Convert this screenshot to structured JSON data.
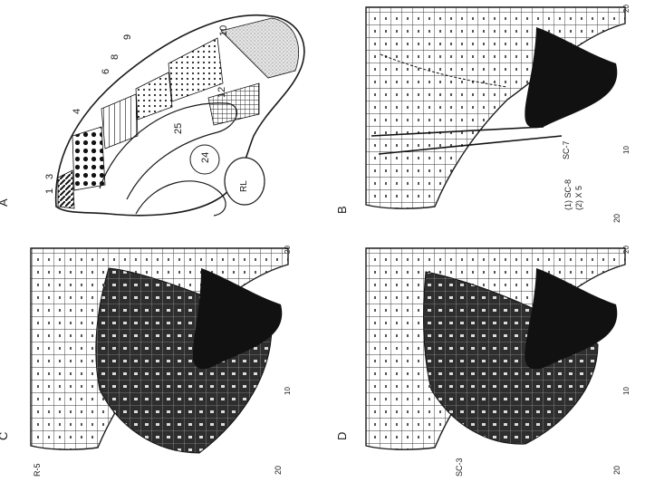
{
  "figure": {
    "panel_labels": {
      "a": "A",
      "b": "B",
      "c": "C",
      "d": "D"
    },
    "panel_a": {
      "area_numbers": [
        "1",
        "3",
        "4",
        "6",
        "8",
        "9",
        "10",
        "24",
        "25",
        "12"
      ],
      "rl": "RL"
    },
    "panel_b": {
      "bottom_tick": "20",
      "notes": [
        "(1) SC-8",
        "(2) X 5"
      ],
      "electrode": "SC-7",
      "axis_20": "20",
      "axis_10": "10"
    },
    "panel_c": {
      "bottom_tick": "20",
      "electrode": "R-5",
      "axis_20": "20",
      "axis_10": "10"
    },
    "panel_d": {
      "bottom_tick": "20",
      "electrode": "SC-3",
      "axis_20": "20",
      "axis_10": "10"
    }
  },
  "colors": {
    "ink": "#1a1a1a",
    "paper": "#ffffff",
    "shade": "#3a3a3a"
  }
}
